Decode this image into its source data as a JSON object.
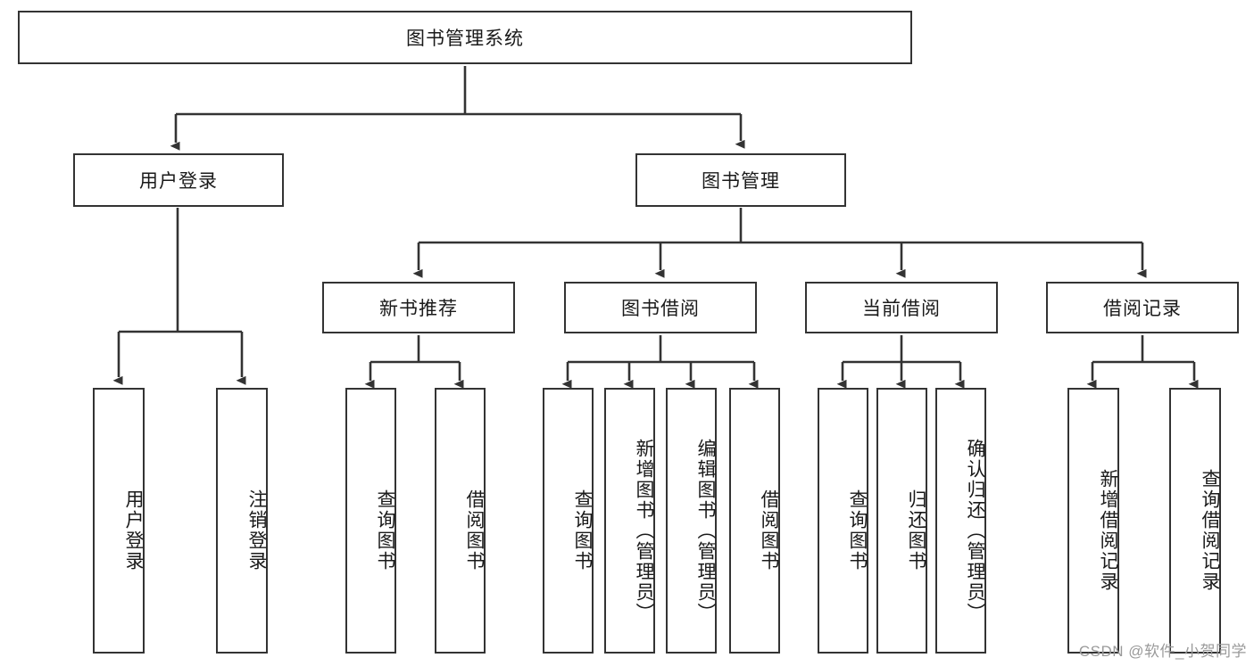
{
  "diagram": {
    "title": "图书管理系统",
    "type": "tree-hierarchy-flowchart",
    "stroke_color": "#333333",
    "background_color": "#ffffff",
    "watermark": "CSDN @软件_小贺同学",
    "nodes": {
      "root": {
        "label": "图书管理系统",
        "level": 1,
        "orientation": "horizontal"
      },
      "l2_user_login": {
        "label": "用户登录",
        "level": 2,
        "orientation": "horizontal"
      },
      "l2_book_mgmt": {
        "label": "图书管理",
        "level": 2,
        "orientation": "horizontal"
      },
      "l3_new_book_rec": {
        "label": "新书推荐",
        "level": 3,
        "orientation": "horizontal"
      },
      "l3_book_borrow": {
        "label": "图书借阅",
        "level": 3,
        "orientation": "horizontal"
      },
      "l3_current_borrow": {
        "label": "当前借阅",
        "level": 3,
        "orientation": "horizontal"
      },
      "l3_borrow_record": {
        "label": "借阅记录",
        "level": 3,
        "orientation": "horizontal"
      },
      "leaf_user_login": {
        "label": "用户登录",
        "level": 3,
        "orientation": "vertical"
      },
      "leaf_logout": {
        "label": "注销登录",
        "level": 3,
        "orientation": "vertical"
      },
      "leaf_rec_query_book": {
        "label": "查询图书",
        "level": 4,
        "orientation": "vertical"
      },
      "leaf_rec_borrow_book": {
        "label": "借阅图书",
        "level": 4,
        "orientation": "vertical"
      },
      "leaf_bb_query_book": {
        "label": "查询图书",
        "level": 4,
        "orientation": "vertical"
      },
      "leaf_bb_add_book": {
        "label": "新增图书（管理员）",
        "level": 4,
        "orientation": "vertical"
      },
      "leaf_bb_edit_book": {
        "label": "编辑图书（管理员）",
        "level": 4,
        "orientation": "vertical"
      },
      "leaf_bb_borrow_book": {
        "label": "借阅图书",
        "level": 4,
        "orientation": "vertical"
      },
      "leaf_cb_query_book": {
        "label": "查询图书",
        "level": 4,
        "orientation": "vertical"
      },
      "leaf_cb_return_book": {
        "label": "归还图书",
        "level": 4,
        "orientation": "vertical"
      },
      "leaf_cb_confirm_return": {
        "label": "确认归还（管理员）",
        "level": 4,
        "orientation": "vertical"
      },
      "leaf_br_add_record": {
        "label": "新增借阅记录",
        "level": 4,
        "orientation": "vertical"
      },
      "leaf_br_query_record": {
        "label": "查询借阅记录",
        "level": 4,
        "orientation": "vertical"
      }
    },
    "edges": [
      {
        "from": "root",
        "to": "l2_user_login"
      },
      {
        "from": "root",
        "to": "l2_book_mgmt"
      },
      {
        "from": "l2_user_login",
        "to": "leaf_user_login"
      },
      {
        "from": "l2_user_login",
        "to": "leaf_logout"
      },
      {
        "from": "l2_book_mgmt",
        "to": "l3_new_book_rec"
      },
      {
        "from": "l2_book_mgmt",
        "to": "l3_book_borrow"
      },
      {
        "from": "l2_book_mgmt",
        "to": "l3_current_borrow"
      },
      {
        "from": "l2_book_mgmt",
        "to": "l3_borrow_record"
      },
      {
        "from": "l3_new_book_rec",
        "to": "leaf_rec_query_book"
      },
      {
        "from": "l3_new_book_rec",
        "to": "leaf_rec_borrow_book"
      },
      {
        "from": "l3_book_borrow",
        "to": "leaf_bb_query_book"
      },
      {
        "from": "l3_book_borrow",
        "to": "leaf_bb_add_book"
      },
      {
        "from": "l3_book_borrow",
        "to": "leaf_bb_edit_book"
      },
      {
        "from": "l3_book_borrow",
        "to": "leaf_bb_borrow_book"
      },
      {
        "from": "l3_current_borrow",
        "to": "leaf_cb_query_book"
      },
      {
        "from": "l3_current_borrow",
        "to": "leaf_cb_return_book"
      },
      {
        "from": "l3_current_borrow",
        "to": "leaf_cb_confirm_return"
      },
      {
        "from": "l3_borrow_record",
        "to": "leaf_br_add_record"
      },
      {
        "from": "l3_borrow_record",
        "to": "leaf_br_query_record"
      }
    ]
  }
}
